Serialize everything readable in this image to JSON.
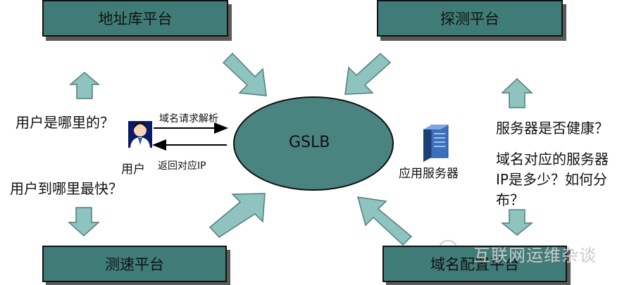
{
  "boxes": {
    "address_db": "地址库平台",
    "probe": "探测平台",
    "speed_test": "测速平台",
    "dns_config": "域名配置平台"
  },
  "center": "GSLB",
  "user": {
    "label": "用户",
    "question_where": "用户是哪里的？",
    "question_fastest": "用户到哪里最快？"
  },
  "arrows": {
    "request": "域名请求解析",
    "response": "返回对应IP"
  },
  "server": {
    "label": "应用服务器",
    "question_health": "服务器是否健康？",
    "question_ip_line1": "域名对应的服务器",
    "question_ip_line2": "IP是多少？如何分",
    "question_ip_line3": "布？"
  },
  "watermark": "互联网运维杂谈",
  "colors": {
    "box_fill": "#3f7c78",
    "ellipse_fill": "#4a8480",
    "arrow_fill": "#8fc3bf",
    "arrow_stroke": "#4f7f7b"
  }
}
